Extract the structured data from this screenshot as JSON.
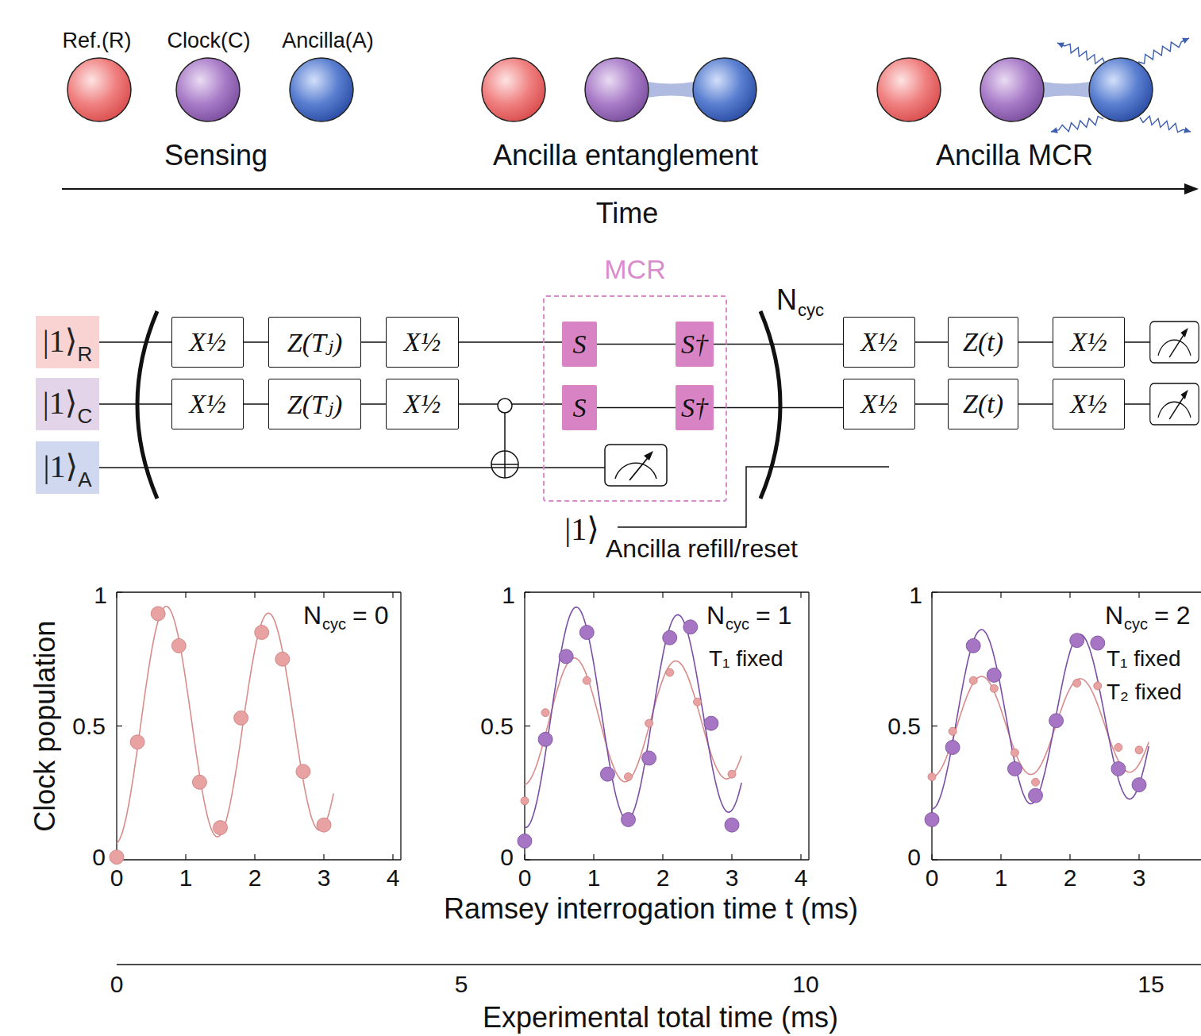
{
  "diagram": {
    "nodes": [
      {
        "text": [
          "|1⟩",
          "R"
        ]
      },
      {
        "text": [
          "|1⟩",
          "C"
        ]
      },
      {
        "text": [
          "|1⟩",
          "A"
        ]
      },
      {
        "text": [
          "X½"
        ]
      },
      {
        "text": [
          "Z(Tⱼ)"
        ]
      },
      {
        "text": [
          "X½"
        ]
      },
      {
        "text": [
          "X½"
        ]
      },
      {
        "text": [
          "Z(Tⱼ)"
        ]
      },
      {
        "text": [
          "X½"
        ]
      },
      {
        "text": [
          "MCR"
        ]
      },
      {
        "text": [
          "S"
        ],
        "in": 9
      },
      {
        "text": [
          "S†"
        ],
        "in": 9
      },
      {
        "text": [
          "S"
        ],
        "in": 9
      },
      {
        "text": [
          "S†"
        ],
        "in": 9
      },
      {
        "text": [
          "X½"
        ]
      },
      {
        "text": [
          "Z(t)"
        ]
      },
      {
        "text": [
          "X½"
        ]
      },
      {
        "text": [
          "X½"
        ]
      },
      {
        "text": [
          "Z(t)"
        ]
      },
      {
        "text": [
          "X½"
        ]
      }
    ],
    "edges": [
      {
        "from": 0,
        "to": 3,
        "arrow": "none"
      },
      {
        "from": 3,
        "to": 4,
        "arrow": "none"
      },
      {
        "from": 4,
        "to": 5,
        "arrow": "none"
      },
      {
        "from": 5,
        "to": 10,
        "arrow": "none"
      },
      {
        "from": 10,
        "to": 11,
        "arrow": "none"
      },
      {
        "from": 11,
        "to": 14,
        "arrow": "none"
      },
      {
        "from": 14,
        "to": 15,
        "arrow": "none"
      },
      {
        "from": 15,
        "to": 16,
        "arrow": "none"
      },
      {
        "from": 1,
        "to": 6,
        "arrow": "none"
      },
      {
        "from": 6,
        "to": 7,
        "arrow": "none"
      },
      {
        "from": 7,
        "to": 8,
        "arrow": "none"
      },
      {
        "from": 8,
        "to": 12,
        "arrow": "none"
      },
      {
        "from": 12,
        "to": 13,
        "arrow": "none"
      },
      {
        "from": 13,
        "to": 17,
        "arrow": "none"
      },
      {
        "from": 17,
        "to": 18,
        "arrow": "none"
      },
      {
        "from": 18,
        "to": 19,
        "arrow": "none"
      }
    ],
    "labels": [
      "Ref.(R)",
      "Clock(C)",
      "Ancilla(A)",
      "Sensing",
      "Ancilla entanglement",
      "Ancilla MCR",
      "Time",
      "N",
      "cyc",
      "|1⟩",
      "Ancilla refill/reset",
      "1",
      "0.5",
      "0",
      "0",
      "1",
      "2",
      "3",
      "4",
      "N",
      "cyc",
      "= 0",
      "1",
      "0.5",
      "0",
      "0",
      "1",
      "2",
      "3",
      "4",
      "N",
      "cyc",
      "= 1",
      "T₁ fixed",
      "1",
      "0.5",
      "0",
      "0",
      "1",
      "2",
      "3",
      "N",
      "cyc",
      "= 2",
      "T₁ fixed",
      "T₂ fixed",
      "Clock population",
      "Ramsey interrogation time t (ms)",
      "0",
      "5",
      "10",
      "15",
      "Experimental total time (ms)"
    ]
  }
}
